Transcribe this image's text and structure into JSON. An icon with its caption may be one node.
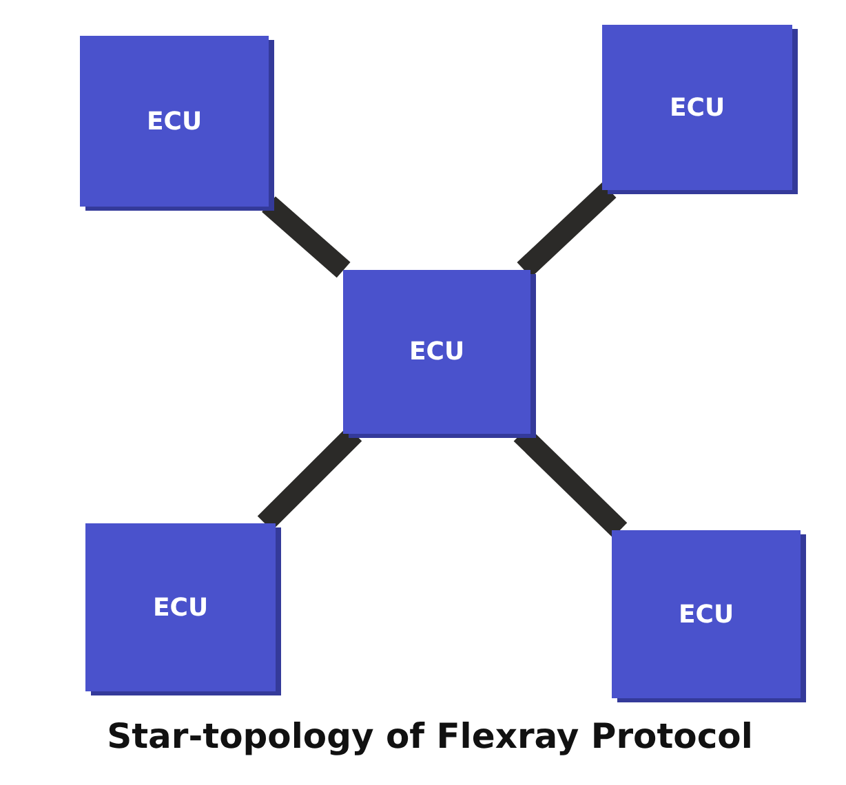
{
  "diagram": {
    "caption": "Star-topology of Flexray Protocol",
    "nodes": [
      {
        "text": [
          "ECU"
        ]
      },
      {
        "text": [
          "ECU"
        ]
      },
      {
        "text": [
          "ECU"
        ]
      },
      {
        "text": [
          "ECU"
        ]
      },
      {
        "text": [
          "ECU"
        ]
      }
    ],
    "edges": [
      {
        "from": 2,
        "to": 0,
        "arrow": "none"
      },
      {
        "from": 2,
        "to": 1,
        "arrow": "none"
      },
      {
        "from": 2,
        "to": 3,
        "arrow": "none"
      },
      {
        "from": 2,
        "to": 4,
        "arrow": "none"
      }
    ]
  }
}
